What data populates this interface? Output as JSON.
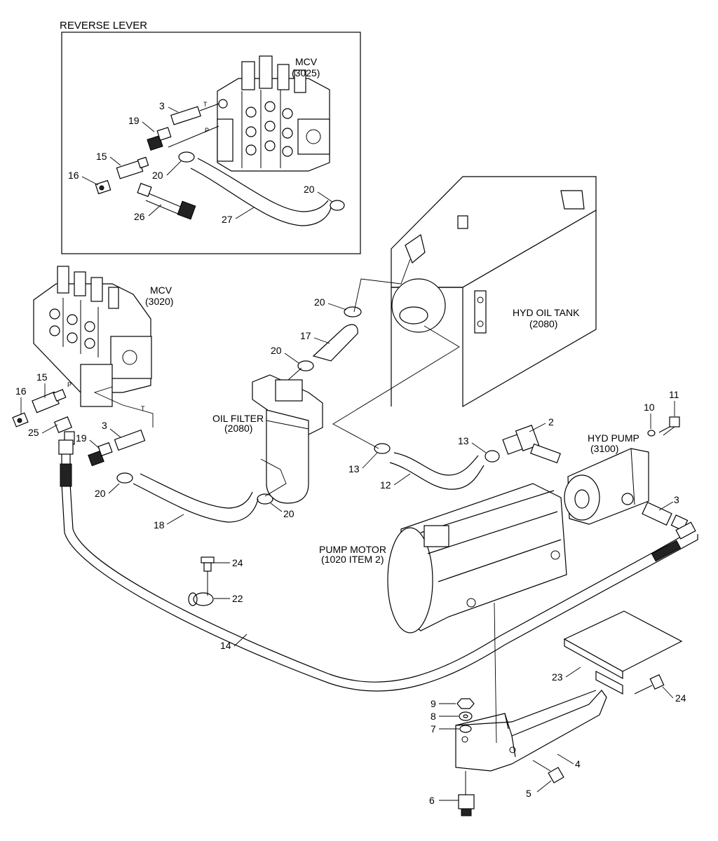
{
  "inset": {
    "title": "REVERSE LEVER"
  },
  "labels": {
    "mcv_inset": [
      "MCV",
      "(3025)"
    ],
    "mcv_main": [
      "MCV",
      "(3020)"
    ],
    "hyd_oil_tank": [
      "HYD OIL TANK",
      "(2080)"
    ],
    "oil_filter": [
      "OIL FILTER",
      "(2080)"
    ],
    "hyd_pump": [
      "HYD PUMP",
      "(3100)"
    ],
    "pump_motor": [
      "PUMP MOTOR",
      "(1020 ITEM 2)"
    ],
    "port_t": "T",
    "port_p": "P"
  },
  "callouts": {
    "c3_inset": "3",
    "c19_inset": "19",
    "c15_inset": "15",
    "c16_inset": "16",
    "c20_inset_a": "20",
    "c20_inset_b": "20",
    "c26": "26",
    "c27": "27",
    "c20_tank": "20",
    "c17": "17",
    "c20_filter_top": "20",
    "c15_main": "15",
    "c16_main": "16",
    "c25": "25",
    "c3_main": "3",
    "c19_main": "19",
    "c20_main_a": "20",
    "c18": "18",
    "c20_filter_bot": "20",
    "c13_a": "13",
    "c13_b": "13",
    "c12": "12",
    "c2": "2",
    "c10": "10",
    "c11": "11",
    "c3_pump": "3",
    "c24_a": "24",
    "c22": "22",
    "c14": "14",
    "c23": "23",
    "c24_b": "24",
    "c9": "9",
    "c8": "8",
    "c7": "7",
    "c4": "4",
    "c5": "5",
    "c6": "6"
  }
}
